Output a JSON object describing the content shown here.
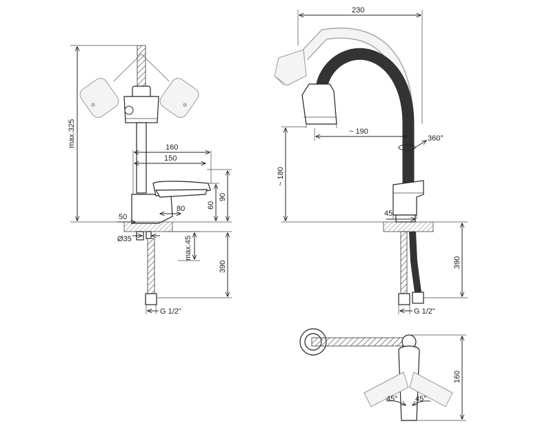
{
  "dimensions": {
    "front_max_height": "max.325",
    "front_width_160": "160",
    "front_width_150": "150",
    "front_height_90": "90",
    "front_height_60": "60",
    "front_80": "80",
    "front_50": "50",
    "front_diam_35": "Ø35",
    "front_max_45": "max.45",
    "front_hose_390": "390",
    "front_thread": "G 1/2\"",
    "side_width_230": "230",
    "side_reach_190": "~ 190",
    "side_rotation_360": "360°",
    "side_height_180": "~ 180",
    "side_base_45": "45",
    "side_hose_390": "390",
    "side_thread": "G 1/2\"",
    "top_height_160": "160",
    "top_angle_left": "45°",
    "top_angle_right": "45°"
  }
}
